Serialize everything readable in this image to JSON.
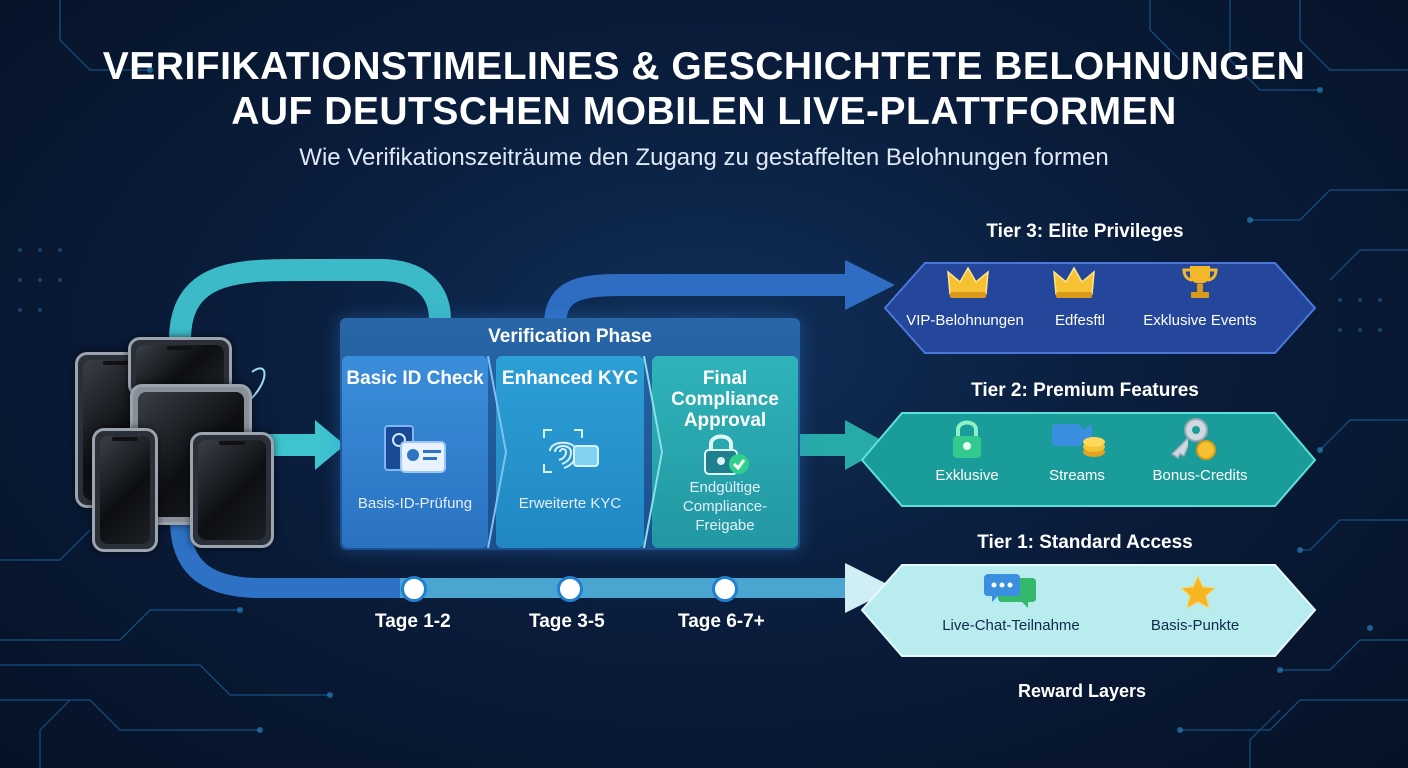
{
  "title_line1": "VERIFIKATIONSTIMELINES & GESCHICHTETE BELOHNUNGEN",
  "title_line2": "AUF DEUTSCHEN MOBILEN LIVE-PLATTFORMEN",
  "subtitle": "Wie Verifikationszeiträume den Zugang zu gestaffelten Belohnungen formen",
  "phase": {
    "title": "Verification Phase",
    "steps": [
      {
        "title": "Basic ID Check",
        "desc": "Basis-ID-Prüfung",
        "icon": "id-card-icon"
      },
      {
        "title": "Enhanced KYC",
        "desc": "Erweiterte KYC",
        "icon": "fingerprint-icon"
      },
      {
        "title": "Final Compliance Approval",
        "desc": "Endgültige Compliance-Freigabe",
        "icon": "lock-check-icon"
      }
    ]
  },
  "timeline": [
    "Tage 1-2",
    "Tage 3-5",
    "Tage 6-7+"
  ],
  "tiers": {
    "tier3": {
      "title": "Tier 3: Elite Privileges",
      "items": [
        "VIP-Belohnungen",
        "Edfesftl",
        "Exklusive Events"
      ],
      "icons": [
        "crown-icon",
        "crown-icon",
        "trophy-icon"
      ],
      "color": "#2a4fa8"
    },
    "tier2": {
      "title": "Tier 2: Premium Features",
      "items": [
        "Exklusive",
        "Streams",
        "Bonus-Credits"
      ],
      "icons": [
        "lock-icon",
        "video-coins-icon",
        "key-coin-icon"
      ],
      "color": "#19a4a0"
    },
    "tier1": {
      "title": "Tier 1: Standard Access",
      "items": [
        "Live-Chat-Teilnahme",
        "Basis-Punkte"
      ],
      "icons": [
        "chat-bubbles-icon",
        "star-icon"
      ],
      "color": "#8fdfe2"
    }
  },
  "rewards_label": "Reward Layers"
}
